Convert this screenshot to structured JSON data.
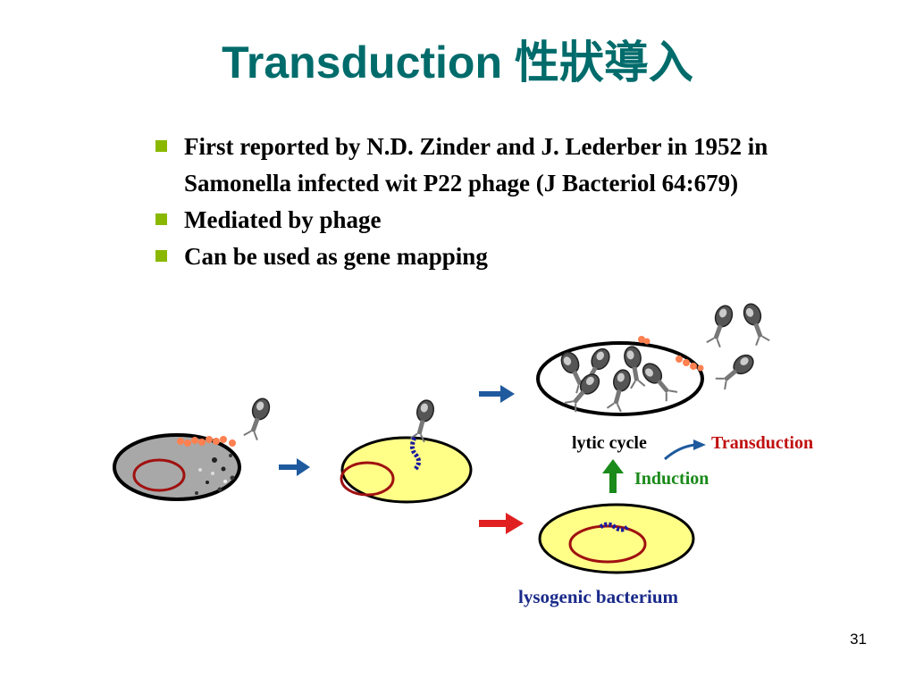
{
  "slide": {
    "title": "Transduction 性狀導入",
    "bullets": [
      "First reported by N.D. Zinder and J. Lederber in 1952 in Samonella infected wit P22 phage (J Bacteriol 64:679)",
      "Mediated by phage",
      "Can be used as gene mapping"
    ],
    "page_number": "31"
  },
  "diagram": {
    "labels": {
      "lytic": "lytic cycle",
      "transduction": "Transduction",
      "induction": "Induction",
      "lysogenic": "lysogenic bacterium"
    },
    "colors": {
      "title": "#006b6b",
      "bullet": "#8ab800",
      "cell_fill": "#ffff88",
      "nucleoid": "#a01010",
      "arrow_blue": "#1f5a9e",
      "arrow_red": "#e02020",
      "arrow_green": "#1a8a1a",
      "label_blue": "#1a2a8a",
      "label_green": "#1a8a1a",
      "label_red": "#c01010",
      "phage_dna": "#1a1aa0",
      "host_dna_fragment": "#ff8050"
    }
  }
}
